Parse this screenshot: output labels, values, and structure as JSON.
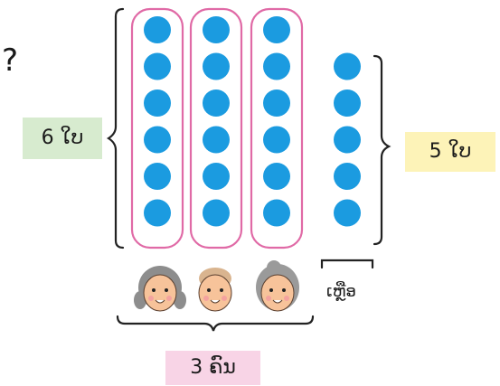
{
  "question_mark": "?",
  "group_size_label": "6 ໃບ",
  "leftover_count_label": "5 ໃບ",
  "leftover_word": "ເຫຼືອ",
  "people_count_label": "3 ຄົນ",
  "columns": [
    {
      "count": 6,
      "grouped": true
    },
    {
      "count": 6,
      "grouped": true
    },
    {
      "count": 6,
      "grouped": true
    },
    {
      "count": 5,
      "grouped": false
    }
  ],
  "people": [
    {
      "icon": "girl-face-icon"
    },
    {
      "icon": "boy-face-icon"
    },
    {
      "icon": "grandmother-face-icon"
    }
  ],
  "colors": {
    "dot": "#1b9be0",
    "group_outline": "#e06aa6",
    "bracket": "#222222",
    "green_label_bg": "#d7ebcf",
    "yellow_label_bg": "#fdf3b8",
    "pink_label_bg": "#f8d4e6"
  }
}
